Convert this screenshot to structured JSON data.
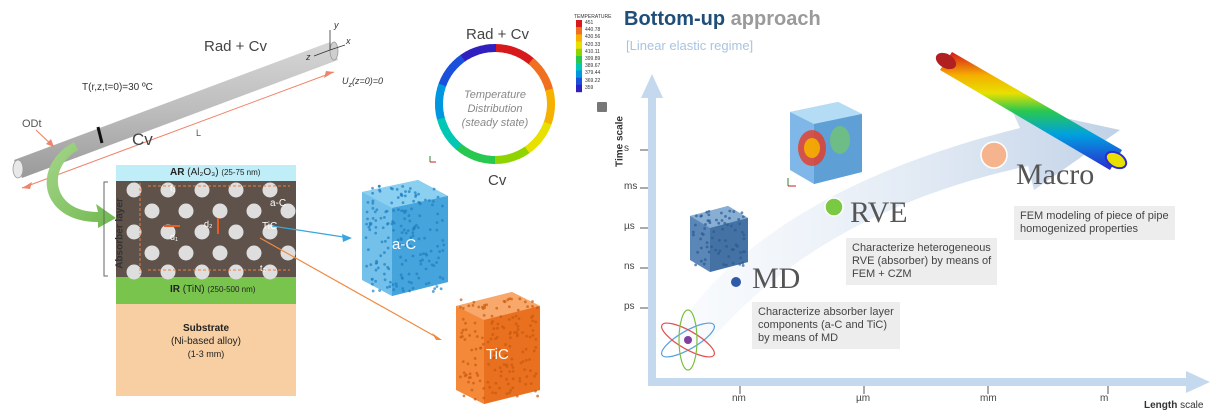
{
  "pipe": {
    "rad_cv_top": "Rad + Cv",
    "initial_temp": "T(r,z,t=0)=30 ºC",
    "bc_u": "U",
    "bc_u_sub": "z",
    "bc_u_rest": "(z=0)=0",
    "odt": "ODt",
    "cv": "Cv",
    "length": "L",
    "axis_y": "y",
    "axis_z": "z",
    "axis_x": "x"
  },
  "ring": {
    "top": "Rad + Cv",
    "bottom": "Cv",
    "center_line1": "Temperature",
    "center_line2": "Distribution",
    "center_line3": "(steady state)",
    "legend_title": "TEMPERATURE",
    "legend_values": [
      "451",
      "440.78",
      "430.56",
      "420.33",
      "410.11",
      "399.89",
      "389.67",
      "379.44",
      "369.22",
      "359"
    ],
    "colors": [
      "#d7191c",
      "#f07020",
      "#f5b000",
      "#e8e000",
      "#8fd400",
      "#28c850",
      "#00c8b4",
      "#0096e0",
      "#1a50dc",
      "#3020c0"
    ]
  },
  "stack": {
    "ar_label": "AR",
    "ar_formula": "(Al₂O₃)",
    "ar_thick": "(25-75 nm)",
    "absorber_label": "Absorber layer",
    "ac_label": "a-C",
    "tic_label": "TiC",
    "t1": "t₁",
    "t2": "t₂",
    "d1": "d₁",
    "d2": "d₂",
    "ir_label": "IR",
    "ir_formula": "(TiN)",
    "ir_thick": "(250-500 nm)",
    "substrate_title": "Substrate",
    "substrate_line2": "(Ni-based alloy)",
    "substrate_line3": "(1-3 mm)",
    "cube_ac": "a-C",
    "cube_tic": "TiC"
  },
  "right": {
    "title_bold": "Bottom-up",
    "title_rest": "approach",
    "subtitle": "[Linear elastic regime]",
    "y_axis_label": "Time scale",
    "y_ticks": [
      "s",
      "ms",
      "µs",
      "ns",
      "ps"
    ],
    "x_ticks": [
      "nm",
      "µm",
      "mm",
      "m"
    ],
    "x_axis_bold": "Length",
    "x_axis_rest": "scale",
    "md_label": "MD",
    "rve_label": "RVE",
    "macro_label": "Macro",
    "md_desc_1": "Characterize absorber layer",
    "md_desc_2": "components (a-C and TiC)",
    "md_desc_3": "by means of MD",
    "rve_desc_1": "Characterize heterogeneous",
    "rve_desc_2": "RVE (absorber) by means of",
    "rve_desc_3": "FEM + CZM",
    "macro_desc_1": "FEM modeling of piece of pipe",
    "macro_desc_2": "homogenized properties",
    "colors": {
      "title": "#1f4e79",
      "subtitle": "#a9c4e0",
      "axis": "#c5d9ee",
      "md_dot": "#2e5aa8",
      "rve_dot": "#7ac943",
      "macro_dot": "#f6b48e"
    }
  }
}
